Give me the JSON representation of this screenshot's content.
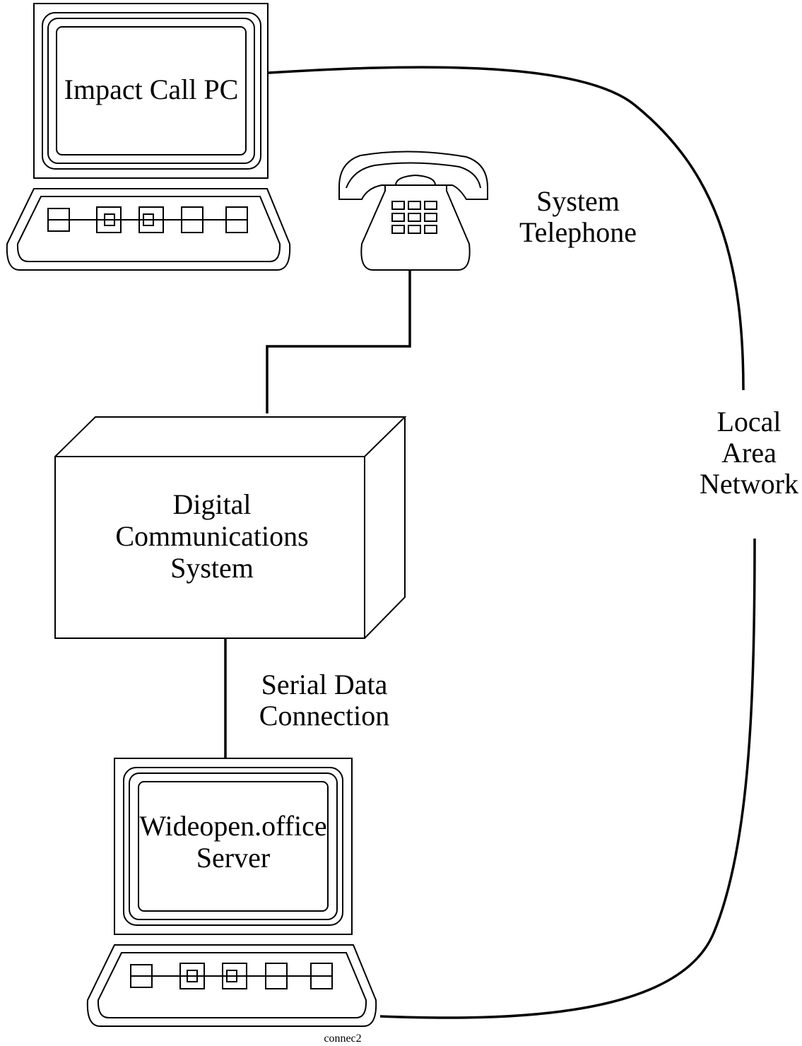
{
  "nodes": {
    "impact_pc": {
      "label": "Impact Call PC"
    },
    "telephone": {
      "label_line1": "System",
      "label_line2": "Telephone"
    },
    "dcs": {
      "label_line1": "Digital",
      "label_line2": "Communications",
      "label_line3": "System"
    },
    "server": {
      "label_line1": "Wideopen.office",
      "label_line2": "Server"
    }
  },
  "connections": {
    "lan": {
      "label_line1": "Local",
      "label_line2": "Area",
      "label_line3": "Network"
    },
    "serial": {
      "label_line1": "Serial Data",
      "label_line2": "Connection"
    }
  },
  "footer": {
    "file_name": "connec2"
  }
}
